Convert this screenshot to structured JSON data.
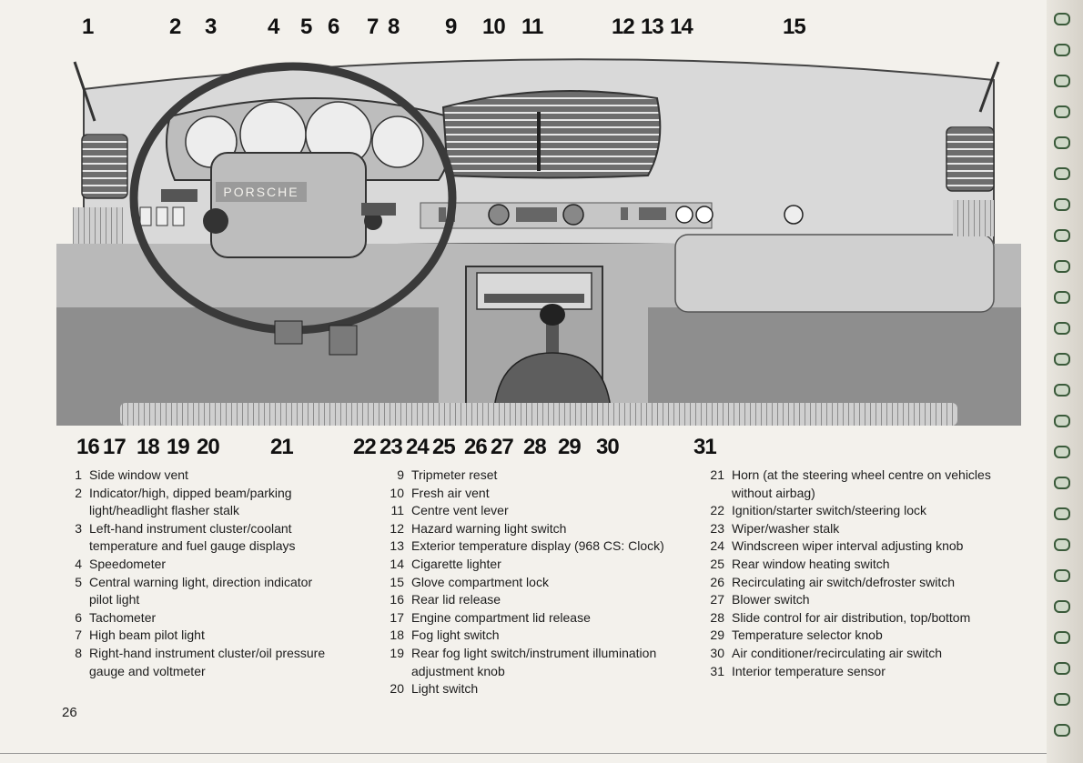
{
  "figure": {
    "callouts_top": [
      {
        "id": "callout-1",
        "label": "1"
      },
      {
        "id": "callout-2",
        "label": "2"
      },
      {
        "id": "callout-3",
        "label": "3"
      },
      {
        "id": "callout-4",
        "label": "4"
      },
      {
        "id": "callout-5",
        "label": "5"
      },
      {
        "id": "callout-6",
        "label": "6"
      },
      {
        "id": "callout-7",
        "label": "7"
      },
      {
        "id": "callout-8",
        "label": "8"
      },
      {
        "id": "callout-9",
        "label": "9"
      },
      {
        "id": "callout-10",
        "label": "10"
      },
      {
        "id": "callout-11",
        "label": "11"
      },
      {
        "id": "callout-12",
        "label": "12"
      },
      {
        "id": "callout-13",
        "label": "13"
      },
      {
        "id": "callout-14",
        "label": "14"
      },
      {
        "id": "callout-15",
        "label": "15"
      }
    ],
    "callouts_bottom": [
      {
        "id": "callout-16",
        "label": "16"
      },
      {
        "id": "callout-17",
        "label": "17"
      },
      {
        "id": "callout-18",
        "label": "18"
      },
      {
        "id": "callout-19",
        "label": "19"
      },
      {
        "id": "callout-20",
        "label": "20"
      },
      {
        "id": "callout-21",
        "label": "21"
      },
      {
        "id": "callout-22",
        "label": "22"
      },
      {
        "id": "callout-23",
        "label": "23"
      },
      {
        "id": "callout-24",
        "label": "24"
      },
      {
        "id": "callout-25",
        "label": "25"
      },
      {
        "id": "callout-26",
        "label": "26"
      },
      {
        "id": "callout-27",
        "label": "27"
      },
      {
        "id": "callout-28",
        "label": "28"
      },
      {
        "id": "callout-29",
        "label": "29"
      },
      {
        "id": "callout-30",
        "label": "30"
      },
      {
        "id": "callout-31",
        "label": "31"
      }
    ],
    "steering_badge": "PORSCHE"
  },
  "legend": {
    "col1": [
      {
        "num": "1",
        "text": "Side window vent"
      },
      {
        "num": "2",
        "text": "Indicator/high, dipped beam/parking light/headlight flasher stalk"
      },
      {
        "num": "3",
        "text": "Left-hand instrument cluster/coolant temperature and fuel gauge displays"
      },
      {
        "num": "4",
        "text": "Speedometer"
      },
      {
        "num": "5",
        "text": "Central warning light, direction indicator pilot light"
      },
      {
        "num": "6",
        "text": "Tachometer"
      },
      {
        "num": "7",
        "text": "High beam pilot light"
      },
      {
        "num": "8",
        "text": "Right-hand instrument cluster/oil pressure gauge and voltmeter"
      }
    ],
    "col2": [
      {
        "num": "9",
        "text": "Tripmeter reset"
      },
      {
        "num": "10",
        "text": "Fresh air vent"
      },
      {
        "num": "11",
        "text": "Centre vent lever"
      },
      {
        "num": "12",
        "text": "Hazard warning light switch"
      },
      {
        "num": "13",
        "text": "Exterior temperature display (968 CS: Clock)"
      },
      {
        "num": "14",
        "text": "Cigarette lighter"
      },
      {
        "num": "15",
        "text": "Glove compartment lock"
      },
      {
        "num": "16",
        "text": "Rear lid release"
      },
      {
        "num": "17",
        "text": "Engine compartment lid release"
      },
      {
        "num": "18",
        "text": "Fog light switch"
      },
      {
        "num": "19",
        "text": "Rear fog light switch/instrument illumination adjustment knob"
      },
      {
        "num": "20",
        "text": "Light switch"
      }
    ],
    "col3": [
      {
        "num": "21",
        "text": "Horn (at the steering wheel centre on vehicles without airbag)"
      },
      {
        "num": "22",
        "text": "Ignition/starter switch/steering lock"
      },
      {
        "num": "23",
        "text": "Wiper/washer stalk"
      },
      {
        "num": "24",
        "text": "Windscreen wiper interval adjusting knob"
      },
      {
        "num": "25",
        "text": "Rear window heating switch"
      },
      {
        "num": "26",
        "text": "Recirculating air switch/defroster switch"
      },
      {
        "num": "27",
        "text": "Blower switch"
      },
      {
        "num": "28",
        "text": "Slide control for air distribution, top/bottom"
      },
      {
        "num": "29",
        "text": "Temperature selector knob"
      },
      {
        "num": "30",
        "text": "Air conditioner/recirculating air switch"
      },
      {
        "num": "31",
        "text": "Interior temperature sensor"
      }
    ]
  },
  "page_number": "26"
}
